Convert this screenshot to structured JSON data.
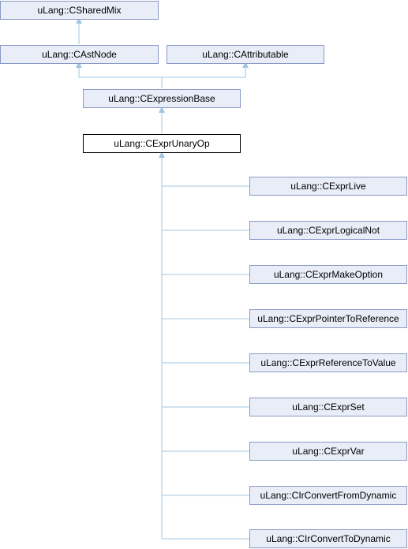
{
  "diagram": {
    "edge_color": "#a3c6e0",
    "node_fill": "#e8edf7",
    "node_border": "#8a9ac6",
    "current_node_border": "#000000",
    "nodes": {
      "shared_mix": "uLang::CSharedMix",
      "ast_node": "uLang::CAstNode",
      "attributable": "uLang::CAttributable",
      "expression_base": "uLang::CExpressionBase",
      "expr_unary_op": "uLang::CExprUnaryOp",
      "children": [
        "uLang::CExprLive",
        "uLang::CExprLogicalNot",
        "uLang::CExprMakeOption",
        "uLang::CExprPointerToReference",
        "uLang::CExprReferenceToValue",
        "uLang::CExprSet",
        "uLang::CExprVar",
        "uLang::CIrConvertFromDynamic",
        "uLang::CIrConvertToDynamic"
      ]
    }
  }
}
